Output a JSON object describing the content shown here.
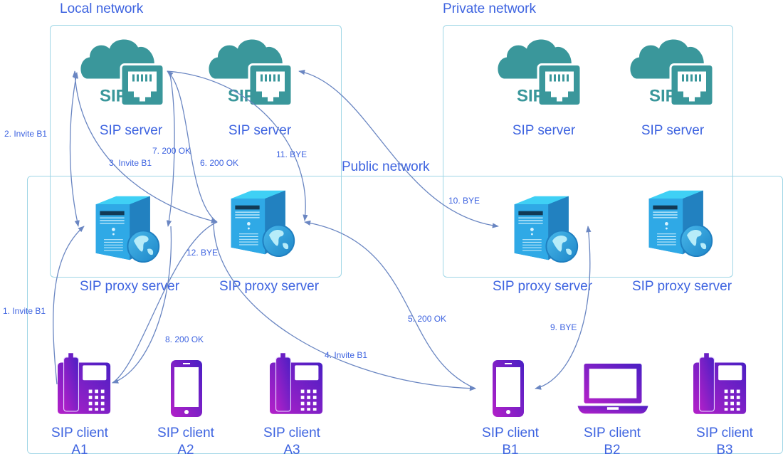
{
  "networks": {
    "local": "Local network",
    "private": "Private network",
    "public": "Public network"
  },
  "sip_servers": [
    {
      "id": "local-1",
      "label": "SIP server",
      "badge": "SIP"
    },
    {
      "id": "local-2",
      "label": "SIP server",
      "badge": "SIP"
    },
    {
      "id": "private-1",
      "label": "SIP server",
      "badge": "SIP"
    },
    {
      "id": "private-2",
      "label": "SIP server",
      "badge": "SIP"
    }
  ],
  "proxy_servers": [
    {
      "id": "local-1",
      "label": "SIP proxy server"
    },
    {
      "id": "local-2",
      "label": "SIP proxy server"
    },
    {
      "id": "private-1",
      "label": "SIP proxy server"
    },
    {
      "id": "private-2",
      "label": "SIP proxy server"
    }
  ],
  "clients": [
    {
      "id": "A1",
      "label": "SIP client",
      "sub": "A1",
      "device": "desk-phone"
    },
    {
      "id": "A2",
      "label": "SIP client",
      "sub": "A2",
      "device": "smartphone"
    },
    {
      "id": "A3",
      "label": "SIP client",
      "sub": "A3",
      "device": "desk-phone"
    },
    {
      "id": "B1",
      "label": "SIP client",
      "sub": "B1",
      "device": "smartphone"
    },
    {
      "id": "B2",
      "label": "SIP client",
      "sub": "B2",
      "device": "laptop"
    },
    {
      "id": "B3",
      "label": "SIP client",
      "sub": "B3",
      "device": "desk-phone"
    }
  ],
  "messages": [
    {
      "step": 1,
      "text": "1. Invite B1",
      "from": "client-A1",
      "to": "proxy-local-1"
    },
    {
      "step": 2,
      "text": "2. Invite B1",
      "from": "proxy-local-1",
      "to": "server-local-1"
    },
    {
      "step": 3,
      "text": "3. Invite B1",
      "from": "server-local-1",
      "to": "proxy-local-2"
    },
    {
      "step": 4,
      "text": "4. Invite B1",
      "from": "proxy-local-2",
      "to": "client-B1"
    },
    {
      "step": 5,
      "text": "5. 200 OK",
      "from": "client-B1",
      "to": "proxy-local-2"
    },
    {
      "step": 6,
      "text": "6. 200 OK",
      "from": "proxy-local-2",
      "to": "server-local-1"
    },
    {
      "step": 7,
      "text": "7. 200 OK",
      "from": "server-local-1",
      "to": "proxy-local-1"
    },
    {
      "step": 8,
      "text": "8. 200 OK",
      "from": "proxy-local-1",
      "to": "client-A1"
    },
    {
      "step": 9,
      "text": "9. BYE",
      "from": "proxy-private-1",
      "to": "client-B1"
    },
    {
      "step": 10,
      "text": "10. BYE",
      "from": "server-local-2",
      "to": "proxy-private-1"
    },
    {
      "step": 11,
      "text": "11. BYE",
      "from": "server-local-2",
      "to": "proxy-local-2"
    },
    {
      "step": 12,
      "text": "12. BYE",
      "from": "proxy-local-2",
      "to": "client-A1"
    }
  ],
  "colors": {
    "label": "#3d63e0",
    "region_border": "#9fd6e6",
    "arrow": "#6a86c2",
    "sip_teal": "#3a979b",
    "proxy_blue": "#2fa7e0",
    "client_purple_start": "#b01fc7",
    "client_purple_end": "#4a1fc7"
  }
}
